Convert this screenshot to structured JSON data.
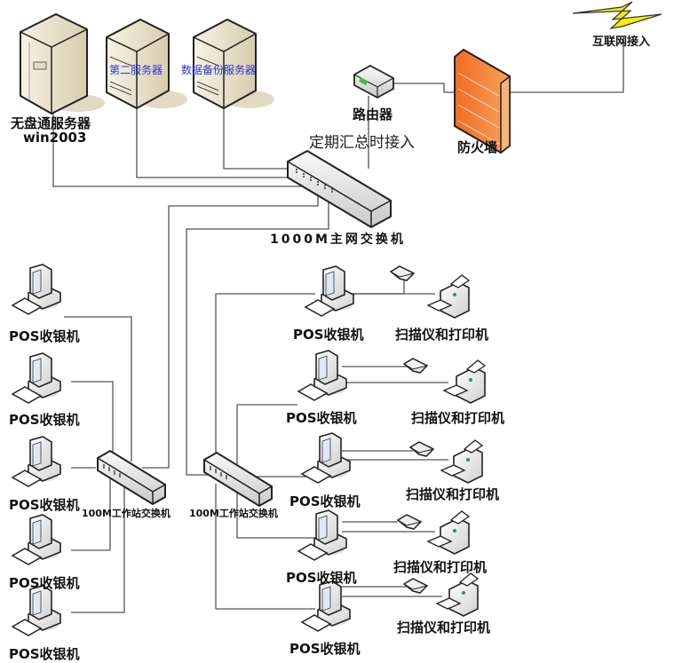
{
  "diagram": {
    "title": "POS network topology",
    "colors": {
      "line": "#555555",
      "server_fill": "#ece4cf",
      "firewall_fill": "#f07a30",
      "lightning_fill": "#f4f000",
      "switch_fill": "#e6e6e6",
      "link_text_blue": "#2a35d8"
    },
    "nodes": {
      "server_diskless": {
        "label": "无盘通服务器",
        "sublabel": "win2003",
        "icon": "server-tower-icon"
      },
      "server_second": {
        "label": "第二服务器",
        "icon": "server-icon"
      },
      "server_backup": {
        "label": "数据备份服务器",
        "icon": "server-icon"
      },
      "router": {
        "label": "路由器",
        "icon": "router-icon"
      },
      "firewall": {
        "label": "防火墙",
        "icon": "firewall-icon"
      },
      "internet": {
        "label": "互联网接入",
        "icon": "lightning-icon"
      },
      "router_link_note": {
        "label": "定期汇总时接入"
      },
      "main_switch": {
        "label": "1000M主网交换机",
        "icon": "switch-icon"
      },
      "ws_switch_left": {
        "label": "100M工作站交换机",
        "icon": "switch-icon"
      },
      "ws_switch_right": {
        "label": "100M工作站交换机",
        "icon": "switch-icon"
      }
    },
    "left_pos": [
      {
        "label": "POS收银机"
      },
      {
        "label": "POS收银机"
      },
      {
        "label": "POS收银机"
      },
      {
        "label": "POS收银机"
      },
      {
        "label": "POS收银机"
      }
    ],
    "right_pos": [
      {
        "label": "POS收银机",
        "peripheral": "扫描仪和打印机"
      },
      {
        "label": "POS收银机",
        "peripheral": "扫描仪和打印机"
      },
      {
        "label": "POS收银机",
        "peripheral": "扫描仪和打印机"
      },
      {
        "label": "POS收银机",
        "peripheral": "扫描仪和打印机"
      },
      {
        "label": "POS收银机",
        "peripheral": "扫描仪和打印机"
      }
    ]
  }
}
